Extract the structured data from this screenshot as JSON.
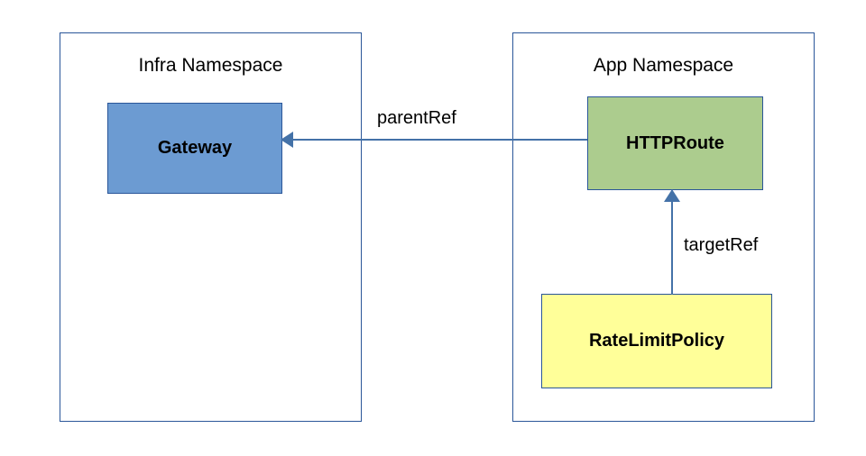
{
  "diagram": {
    "type": "kubernetes-gateway-api-reference-diagram",
    "background_color": "#ffffff",
    "namespaces": [
      {
        "id": "infra",
        "title": "Infra Namespace",
        "border_color": "#2a5699",
        "fill_color": "#ffffff",
        "nodes": [
          {
            "id": "gateway",
            "label": "Gateway",
            "fill_color": "#6c9bd2",
            "border_color": "#2a5699"
          }
        ]
      },
      {
        "id": "app",
        "title": "App Namespace",
        "border_color": "#2a5699",
        "fill_color": "#ffffff",
        "nodes": [
          {
            "id": "httproute",
            "label": "HTTPRoute",
            "fill_color": "#accc8e",
            "border_color": "#2a5699"
          },
          {
            "id": "ratelimitpolicy",
            "label": "RateLimitPolicy",
            "fill_color": "#ffff99",
            "border_color": "#2a5699"
          }
        ]
      }
    ],
    "edges": [
      {
        "id": "parentref",
        "label": "parentRef",
        "from": "httproute",
        "to": "gateway",
        "direction": "left",
        "color": "#4472a8"
      },
      {
        "id": "targetref",
        "label": "targetRef",
        "from": "ratelimitpolicy",
        "to": "httproute",
        "direction": "up",
        "color": "#4472a8"
      }
    ]
  }
}
